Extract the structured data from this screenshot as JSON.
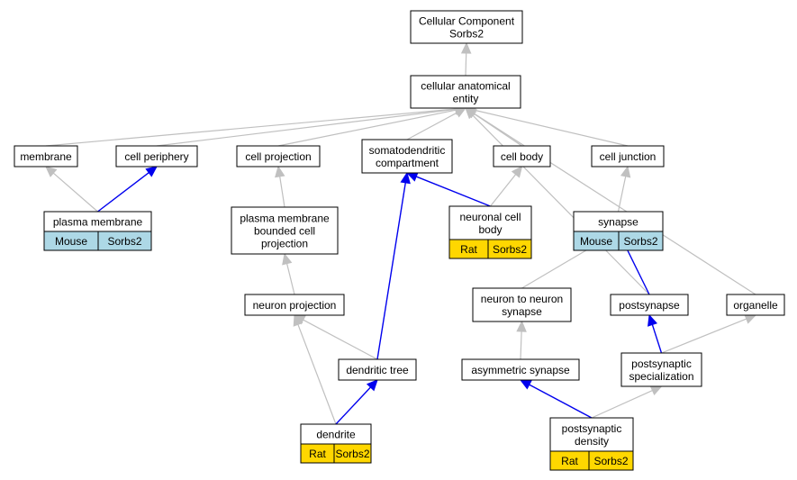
{
  "colors": {
    "gray_edge": "#c0c0c0",
    "blue_edge": "#0000ee",
    "mouse_fill": "#add8e6",
    "rat_fill": "#ffd700"
  },
  "nodes": {
    "root": {
      "lines": [
        "Cellular Component",
        "Sorbs2"
      ]
    },
    "cae": {
      "lines": [
        "cellular anatomical",
        "entity"
      ]
    },
    "membrane": {
      "lines": [
        "membrane"
      ]
    },
    "cell_periphery": {
      "lines": [
        "cell periphery"
      ]
    },
    "cell_projection": {
      "lines": [
        "cell projection"
      ]
    },
    "somatodendritic": {
      "lines": [
        "somatodendritic",
        "compartment"
      ]
    },
    "cell_body": {
      "lines": [
        "cell body"
      ]
    },
    "cell_junction": {
      "lines": [
        "cell junction"
      ]
    },
    "plasma_membrane": {
      "lines": [
        "plasma membrane"
      ],
      "species": "Mouse",
      "gene": "Sorbs2"
    },
    "pmbcp": {
      "lines": [
        "plasma membrane",
        "bounded cell",
        "projection"
      ]
    },
    "neuronal_cell_body": {
      "lines": [
        "neuronal cell",
        "body"
      ],
      "species": "Rat",
      "gene": "Sorbs2"
    },
    "synapse": {
      "lines": [
        "synapse"
      ],
      "species": "Mouse",
      "gene": "Sorbs2"
    },
    "neuron_projection": {
      "lines": [
        "neuron projection"
      ]
    },
    "n2n_synapse": {
      "lines": [
        "neuron to neuron",
        "synapse"
      ]
    },
    "postsynapse": {
      "lines": [
        "postsynapse"
      ]
    },
    "organelle": {
      "lines": [
        "organelle"
      ]
    },
    "dendritic_tree": {
      "lines": [
        "dendritic tree"
      ]
    },
    "asym_synapse": {
      "lines": [
        "asymmetric synapse"
      ]
    },
    "ps_specialization": {
      "lines": [
        "postsynaptic",
        "specialization"
      ]
    },
    "dendrite": {
      "lines": [
        "dendrite"
      ],
      "species": "Rat",
      "gene": "Sorbs2"
    },
    "ps_density": {
      "lines": [
        "postsynaptic",
        "density"
      ],
      "species": "Rat",
      "gene": "Sorbs2"
    }
  },
  "edges": [
    {
      "from": "cae",
      "to": "root",
      "kind": "gray"
    },
    {
      "from": "membrane",
      "to": "cae",
      "kind": "gray"
    },
    {
      "from": "cell_periphery",
      "to": "cae",
      "kind": "gray"
    },
    {
      "from": "cell_projection",
      "to": "cae",
      "kind": "gray"
    },
    {
      "from": "somatodendritic",
      "to": "cae",
      "kind": "gray"
    },
    {
      "from": "cell_body",
      "to": "cae",
      "kind": "gray"
    },
    {
      "from": "cell_junction",
      "to": "cae",
      "kind": "gray"
    },
    {
      "from": "postsynapse",
      "to": "cae",
      "kind": "gray"
    },
    {
      "from": "organelle",
      "to": "cae",
      "kind": "gray"
    },
    {
      "from": "plasma_membrane",
      "to": "membrane",
      "kind": "gray"
    },
    {
      "from": "plasma_membrane",
      "to": "cell_periphery",
      "kind": "blue"
    },
    {
      "from": "pmbcp",
      "to": "cell_projection",
      "kind": "gray"
    },
    {
      "from": "neuronal_cell_body",
      "to": "somatodendritic",
      "kind": "blue"
    },
    {
      "from": "neuronal_cell_body",
      "to": "cell_body",
      "kind": "gray"
    },
    {
      "from": "synapse",
      "to": "cell_junction",
      "kind": "gray"
    },
    {
      "from": "neuron_projection",
      "to": "pmbcp",
      "kind": "gray"
    },
    {
      "from": "n2n_synapse",
      "to": "synapse",
      "kind": "gray"
    },
    {
      "from": "postsynapse",
      "to": "synapse",
      "kind": "blue"
    },
    {
      "from": "dendritic_tree",
      "to": "neuron_projection",
      "kind": "gray"
    },
    {
      "from": "dendritic_tree",
      "to": "somatodendritic",
      "kind": "blue"
    },
    {
      "from": "asym_synapse",
      "to": "n2n_synapse",
      "kind": "gray"
    },
    {
      "from": "ps_specialization",
      "to": "postsynapse",
      "kind": "blue"
    },
    {
      "from": "ps_specialization",
      "to": "organelle",
      "kind": "gray"
    },
    {
      "from": "dendrite",
      "to": "neuron_projection",
      "kind": "gray"
    },
    {
      "from": "dendrite",
      "to": "dendritic_tree",
      "kind": "blue"
    },
    {
      "from": "ps_density",
      "to": "asym_synapse",
      "kind": "blue"
    },
    {
      "from": "ps_density",
      "to": "ps_specialization",
      "kind": "gray"
    }
  ]
}
